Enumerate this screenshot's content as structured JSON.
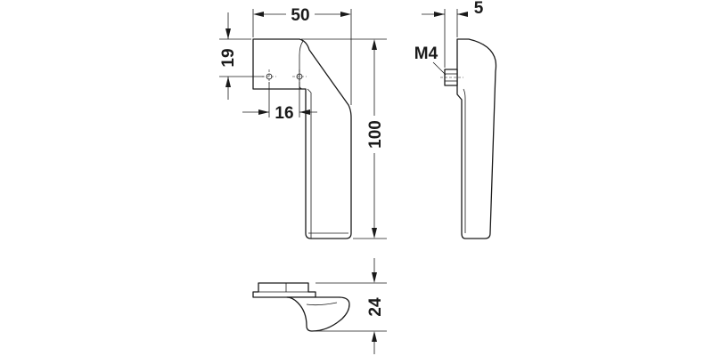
{
  "drawing": {
    "dimensions": {
      "width": "50",
      "height": "100",
      "hole_offset_vertical": "19",
      "hole_spacing": "16",
      "projection": "5",
      "depth": "24",
      "thread": "M4"
    },
    "colors": {
      "line": "#1a1a1a",
      "background": "#ffffff"
    }
  }
}
